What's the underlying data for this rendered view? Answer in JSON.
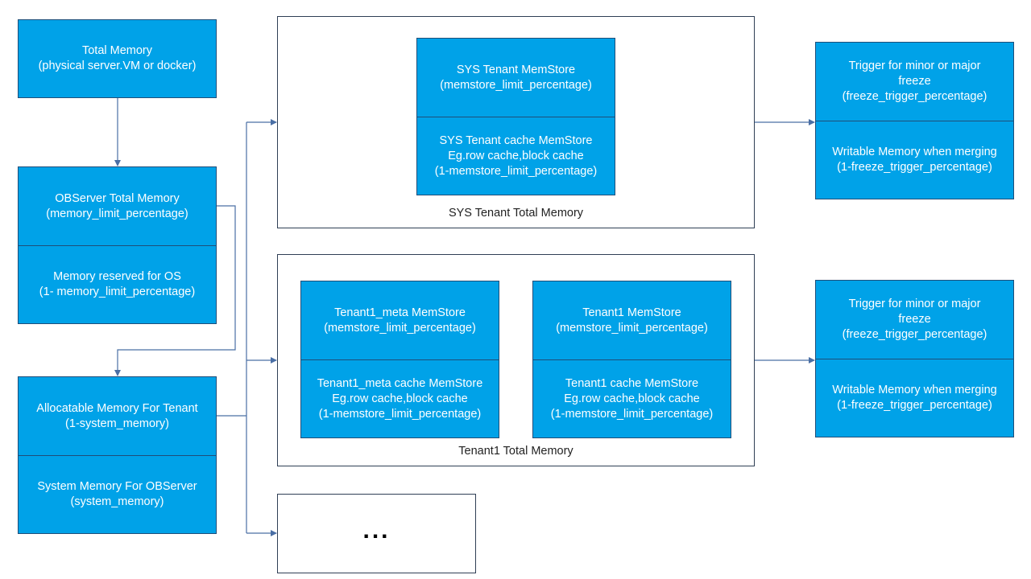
{
  "total_memory": {
    "line1": "Total Memory",
    "line2": "(physical server.VM or docker)"
  },
  "observer_total": {
    "line1": "OBServer Total Memory",
    "line2": "(memory_limit_percentage)"
  },
  "os_reserved": {
    "line1": "Memory reserved for OS",
    "line2": "(1- memory_limit_percentage)"
  },
  "allocatable": {
    "line1": "Allocatable Memory For Tenant",
    "line2": "(1-system_memory)"
  },
  "system_memory": {
    "line1": "System Memory For OBServer",
    "line2": "(system_memory)"
  },
  "sys_tenant": {
    "label": "SYS Tenant Total Memory",
    "memstore": {
      "line1": "SYS Tenant MemStore",
      "line2": "(memstore_limit_percentage)"
    },
    "cache": {
      "line1": "SYS Tenant cache MemStore",
      "line2": "Eg.row cache,block cache",
      "line3": "(1-memstore_limit_percentage)"
    }
  },
  "tenant1": {
    "label": "Tenant1 Total Memory",
    "meta_memstore": {
      "line1": "Tenant1_meta MemStore",
      "line2": "(memstore_limit_percentage)"
    },
    "meta_cache": {
      "line1": "Tenant1_meta cache MemStore",
      "line2": "Eg.row cache,block cache",
      "line3": "(1-memstore_limit_percentage)"
    },
    "memstore": {
      "line1": "Tenant1 MemStore",
      "line2": "(memstore_limit_percentage)"
    },
    "cache": {
      "line1": "Tenant1 cache MemStore",
      "line2": "Eg.row cache,block cache",
      "line3": "(1-memstore_limit_percentage)"
    }
  },
  "freeze_sys": {
    "trigger": {
      "line1": "Trigger for minor or major",
      "line2": "freeze",
      "line3": "(freeze_trigger_percentage)"
    },
    "writable": {
      "line1": "Writable Memory when merging",
      "line2": "(1-freeze_trigger_percentage)"
    }
  },
  "freeze_tenant1": {
    "trigger": {
      "line1": "Trigger for minor or major",
      "line2": "freeze",
      "line3": "(freeze_trigger_percentage)"
    },
    "writable": {
      "line1": "Writable Memory when merging",
      "line2": "(1-freeze_trigger_percentage)"
    }
  },
  "more_tenants": {
    "ellipsis": "..."
  },
  "colors": {
    "box_fill": "#00a2e8",
    "box_border": "#1f4e79",
    "arrow": "#4a6fa5",
    "frame_border": "#2f3f55"
  }
}
